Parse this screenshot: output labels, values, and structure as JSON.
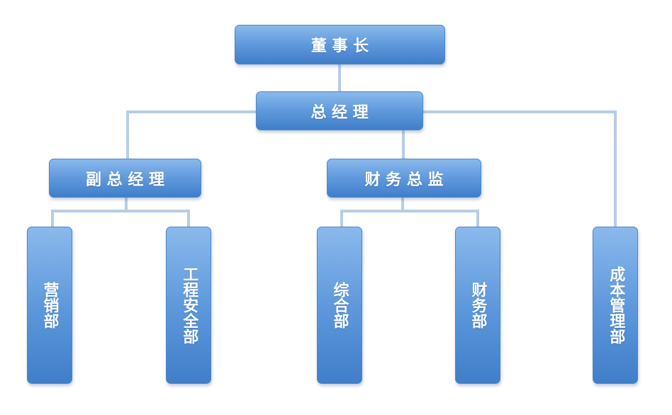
{
  "org_chart": {
    "chairman": {
      "label": "董 事 长"
    },
    "general_manager": {
      "label": "总 经 理"
    },
    "deputy_general_manager": {
      "label": "副 总 经 理"
    },
    "finance_director": {
      "label": "财 务 总 监"
    },
    "departments": {
      "marketing": {
        "label": "营销部"
      },
      "engineering_safety": {
        "label": "工程安全部"
      },
      "general_affairs": {
        "label": "综合部"
      },
      "finance": {
        "label": "财务部"
      },
      "cost_management": {
        "label": "成本管理部"
      }
    }
  },
  "colors": {
    "box_top": "#8ab9ec",
    "box_bottom": "#3f7ec9",
    "box_border": "#4f86c6",
    "connector": "#b7cde6",
    "text": "#ffffff"
  }
}
